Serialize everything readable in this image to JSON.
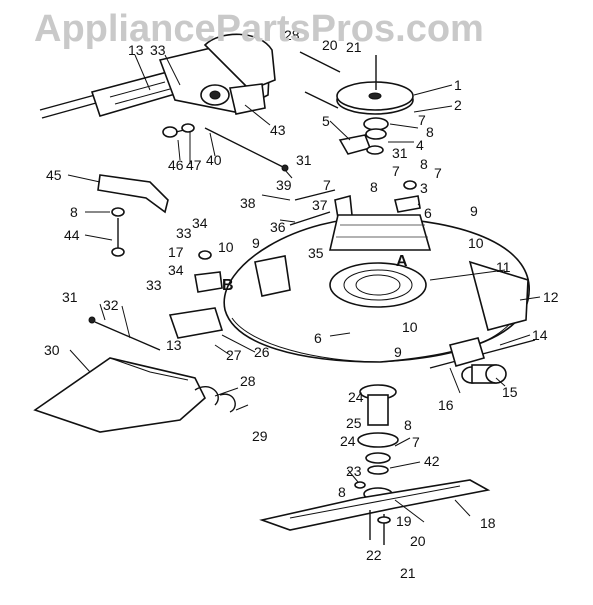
{
  "watermark": "AppliancePartsPros.com",
  "labels": {
    "l1": "1",
    "l2": "2",
    "l3": "3",
    "l4": "4",
    "l5": "5",
    "l6": "6",
    "l6b": "6",
    "l7": "7",
    "l7b": "7",
    "l7c": "7",
    "l7d": "7",
    "l7e": "7",
    "l8": "8",
    "l8b": "8",
    "l8c": "8",
    "l8d": "8",
    "l8e": "8",
    "l9": "9",
    "l9b": "9",
    "l9c": "9",
    "l10": "10",
    "l10b": "10",
    "l10c": "10",
    "l11": "11",
    "l12": "12",
    "l13": "13",
    "l13b": "13",
    "l14": "14",
    "l15": "15",
    "l16": "16",
    "l17": "17",
    "l18": "18",
    "l19": "19",
    "l20": "20",
    "l20b": "20",
    "l21": "21",
    "l21b": "21",
    "l22": "22",
    "l23": "23",
    "l24": "24",
    "l24b": "24",
    "l25": "25",
    "l26": "26",
    "l27": "27",
    "l28": "28",
    "l28b": "28",
    "l29": "29",
    "l30": "30",
    "l31": "31",
    "l31b": "31",
    "l32": "32",
    "l33": "33",
    "l33b": "33",
    "l33c": "33",
    "l34": "34",
    "l34b": "34",
    "l35": "35",
    "l36": "36",
    "l37": "37",
    "l38": "38",
    "l39": "39",
    "l40": "40",
    "l42": "42",
    "l43": "43",
    "l44": "44",
    "l45": "45",
    "l46": "46",
    "l47": "47",
    "la": "A",
    "lb": "B"
  }
}
